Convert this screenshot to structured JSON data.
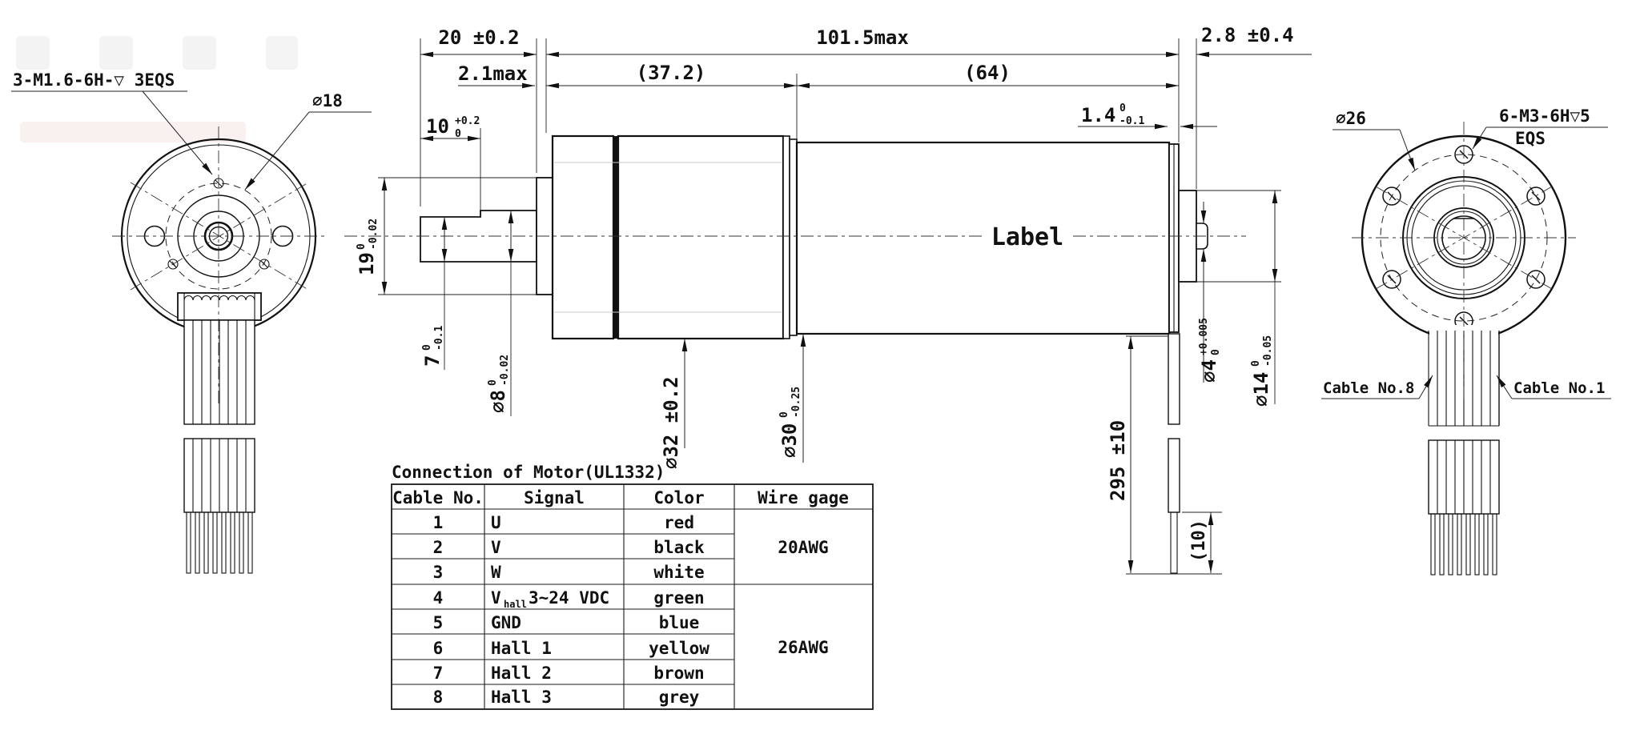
{
  "dims": {
    "d20": "20 ±0.2",
    "d101": "101.5max",
    "d28": "2.8 ±0.4",
    "d21": "2.1max",
    "d372": "(37.2)",
    "d64": "(64)",
    "d10": {
      "v": "10",
      "tu": "+0.2",
      "tl": "0"
    },
    "d19": {
      "v": "19",
      "tu": "0",
      "tl": "-0.02"
    },
    "d1p4": {
      "v": "1.4",
      "tu": "0",
      "tl": "-0.1"
    },
    "d7": {
      "v": "7",
      "tu": "0",
      "tl": "-0.1"
    },
    "d8": {
      "v": "∅8",
      "tu": "0",
      "tl": "-0.02"
    },
    "d32": "∅32 ±0.2",
    "d30": {
      "v": "∅30",
      "tu": "0",
      "tl": "-0.25"
    },
    "d4": {
      "v": "∅4",
      "tu": "+0.005",
      "tl": "0"
    },
    "d14": {
      "v": "∅14",
      "tu": "0",
      "tl": "-0.05"
    },
    "d295": "295 ±10",
    "d10b": "(10)"
  },
  "left": {
    "thread_note": "3-M1.6-6H-▽ 3EQS",
    "bolt_circle_dia": "∅18"
  },
  "side": {
    "label": "Label"
  },
  "right": {
    "bolt_circle_dia": "∅26",
    "thread_note": "6-M3-6H▽5",
    "thread_note2": "EQS",
    "cable8": "Cable No.8",
    "cable1": "Cable No.1"
  },
  "table": {
    "title": "Connection of Motor(UL1332)",
    "headers": [
      "Cable No.",
      "Signal",
      "Color",
      "Wire gage"
    ],
    "rows": [
      {
        "no": "1",
        "signal": "U",
        "color": "red"
      },
      {
        "no": "2",
        "signal": "V",
        "color": "black"
      },
      {
        "no": "3",
        "signal": "W",
        "color": "white"
      },
      {
        "no": "4",
        "signal_main": "V",
        "signal_sub": "hall",
        "signal_tail": "3~24 VDC",
        "color": "green"
      },
      {
        "no": "5",
        "signal": "GND",
        "color": "blue"
      },
      {
        "no": "6",
        "signal": "Hall 1",
        "color": "yellow"
      },
      {
        "no": "7",
        "signal": "Hall 2",
        "color": "brown"
      },
      {
        "no": "8",
        "signal": "Hall 3",
        "color": "grey"
      }
    ],
    "gages": [
      {
        "label": "20AWG"
      },
      {
        "label": "26AWG"
      }
    ]
  }
}
